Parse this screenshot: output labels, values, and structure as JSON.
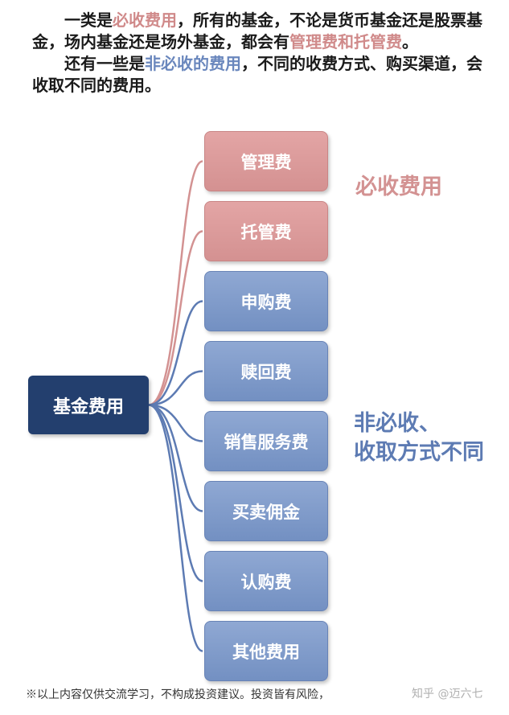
{
  "intro": {
    "para1": {
      "prefix": "一类是",
      "highlight1": "必收费用",
      "middle": "，所有的基金，不论是货币基金还是股票基金，场内基金还是场外基金，都会有",
      "highlight2": "管理费和托管费",
      "suffix": "。"
    },
    "para2": {
      "prefix": "还有一些是",
      "highlight": "非必收的费用",
      "suffix": "，不同的收费方式、购买渠道，会收取不同的费用。"
    }
  },
  "diagram": {
    "root": "基金费用",
    "mandatory": {
      "label": "必收费用",
      "color": "#d39292",
      "items": [
        "管理费",
        "托管费"
      ]
    },
    "optional": {
      "label_line1": "非必收、",
      "label_line2": "收取方式不同",
      "color": "#5d7bb3",
      "items": [
        "申购费",
        "赎回费",
        "销售服务费",
        "买卖佣金",
        "认购费",
        "其他费用"
      ]
    }
  },
  "footer": {
    "disclaimer": "※以上内容仅供交流学习，不构成投资建议。投资皆有风险，",
    "watermark": "知乎 @迈六七"
  }
}
